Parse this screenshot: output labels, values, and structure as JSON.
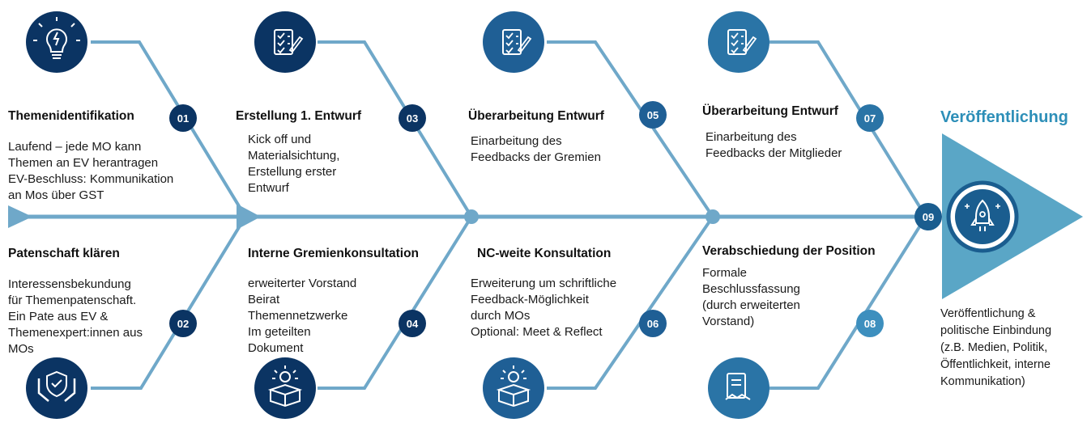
{
  "colors": {
    "line": "#6fa8c9",
    "dark_navy": "#0b3463",
    "mid_blue": "#1f5f95",
    "accent_blue": "#2d8fb8",
    "triangle": "#5aa6c6"
  },
  "steps": [
    {
      "num": "01",
      "title": "Themenidentifikation",
      "desc": "Laufend – jede MO kann\nThemen an EV herantragen\nEV-Beschluss: Kommunikation\nan Mos über GST",
      "icon": "lightbulb-icon"
    },
    {
      "num": "02",
      "title": "Patenschaft klären",
      "desc": "Interessensbekundung\nfür Themenpatenschaft.\nEin Pate aus EV &\nThemenexpert:innen aus\nMOs",
      "icon": "shield-hands-icon"
    },
    {
      "num": "03",
      "title": "Erstellung 1. Entwurf",
      "desc": "Kick off und\nMaterialsichtung,\nErstellung erster\nEntwurf",
      "icon": "checklist-pen-icon"
    },
    {
      "num": "04",
      "title": "Interne Gremienkonsultation",
      "desc": "erweiterter Vorstand\nBeirat\nThemennetzwerke\nIm geteilten\nDokument",
      "icon": "idea-box-icon"
    },
    {
      "num": "05",
      "title": "Überarbeitung Entwurf",
      "desc": "Einarbeitung des\nFeedbacks der Gremien",
      "icon": "checklist-pen-icon"
    },
    {
      "num": "06",
      "title": "NC-weite Konsultation",
      "desc": "Erweiterung um schriftliche\nFeedback-Möglichkeit\ndurch MOs\nOptional: Meet & Reflect",
      "icon": "idea-box-icon"
    },
    {
      "num": "07",
      "title": "Überarbeitung Entwurf",
      "desc": "Einarbeitung des\nFeedbacks der Mitglieder",
      "icon": "checklist-pen-icon"
    },
    {
      "num": "08",
      "title": "Verabschiedung der Position",
      "desc": "Formale\nBeschlussfassung\n(durch erweiterten\nVorstand)",
      "icon": "contract-handshake-icon"
    }
  ],
  "final": {
    "num": "09",
    "title": "Veröffentlichung",
    "desc": "Veröffentlichung &\npolitische Einbindung\n(z.B. Medien, Politik,\nÖffentlichkeit, interne\nKommunikation)",
    "icon": "rocket-icon"
  }
}
